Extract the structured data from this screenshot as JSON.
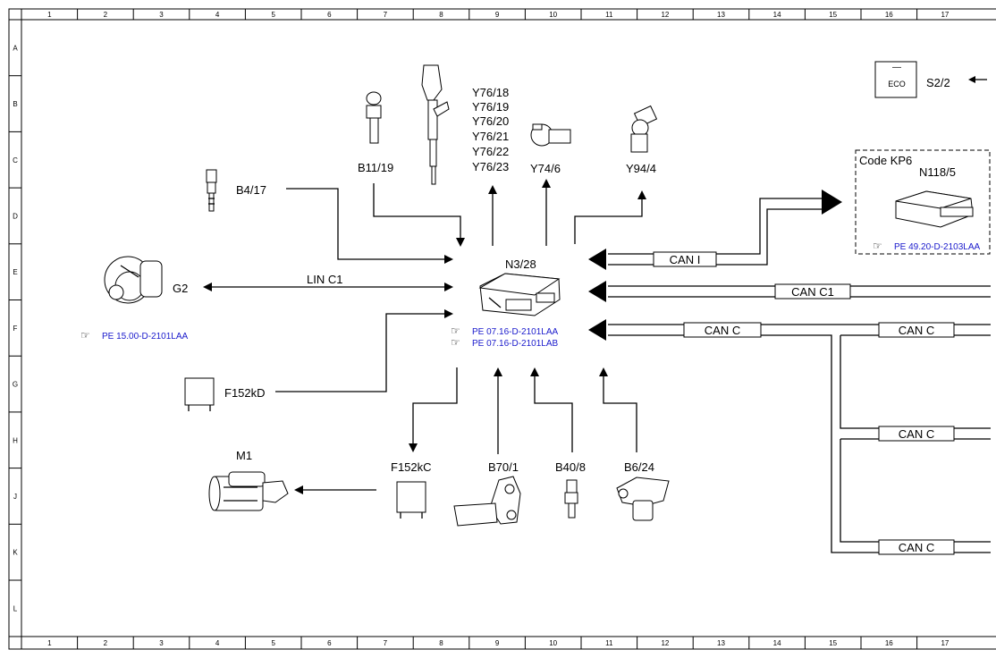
{
  "grid": {
    "columns": [
      "1",
      "2",
      "3",
      "4",
      "5",
      "6",
      "7",
      "8",
      "9",
      "10",
      "11",
      "12",
      "13",
      "14",
      "15",
      "16",
      "17"
    ],
    "rows": [
      "A",
      "B",
      "C",
      "D",
      "E",
      "F",
      "G",
      "H",
      "J",
      "K",
      "L"
    ]
  },
  "components": {
    "n3_28": "N3/28",
    "b11_19": "B11/19",
    "y76": [
      "Y76/18",
      "Y76/19",
      "Y76/20",
      "Y76/21",
      "Y76/22",
      "Y76/23"
    ],
    "y74_6": "Y74/6",
    "y94_4": "Y94/4",
    "b4_17": "B4/17",
    "g2": "G2",
    "lin_c1": "LIN C1",
    "f152kd": "F152kD",
    "m1": "M1",
    "f152kc": "F152kC",
    "b70_1": "B70/1",
    "b40_8": "B40/8",
    "b6_24": "B6/24",
    "s2_2": "S2/2",
    "eco": "ECO",
    "eco_mark": "—",
    "code_kp6": "Code KP6",
    "n118_5": "N118/5"
  },
  "buses": {
    "can_i": "CAN I",
    "can_c1": "CAN C1",
    "can_c": "CAN C"
  },
  "references": {
    "g2_ref": "PE 15.00-D-2101LAA",
    "n3_ref_a": "PE 07.16-D-2101LAA",
    "n3_ref_b": "PE 07.16-D-2101LAB",
    "n118_ref": "PE 49.20-D-2103LAA"
  },
  "icons": {
    "ref_icon": "☞"
  }
}
